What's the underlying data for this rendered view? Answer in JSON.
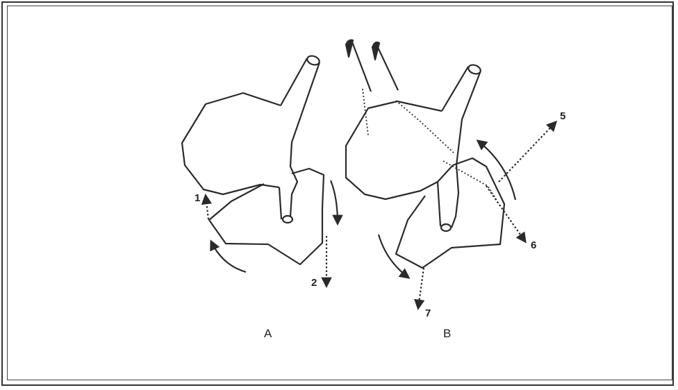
{
  "panels": [
    {
      "label": "A"
    },
    {
      "label": "B"
    }
  ],
  "arrows": [
    {
      "number": "1"
    },
    {
      "number": "2"
    },
    {
      "number": "5"
    },
    {
      "number": "6"
    },
    {
      "number": "7"
    }
  ],
  "colors": {
    "ink": "#2a2a2a",
    "frame": "#333333"
  }
}
